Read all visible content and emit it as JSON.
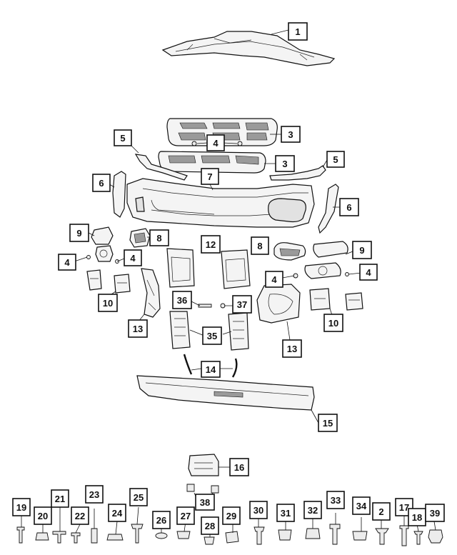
{
  "callouts": [
    {
      "id": "c1",
      "label": "1"
    },
    {
      "id": "c3a",
      "label": "3"
    },
    {
      "id": "c3b",
      "label": "3"
    },
    {
      "id": "c4a",
      "label": "4"
    },
    {
      "id": "c4b",
      "label": "4"
    },
    {
      "id": "c4c",
      "label": "4"
    },
    {
      "id": "c4d",
      "label": "4"
    },
    {
      "id": "c4e",
      "label": "4"
    },
    {
      "id": "c5a",
      "label": "5"
    },
    {
      "id": "c5b",
      "label": "5"
    },
    {
      "id": "c6a",
      "label": "6"
    },
    {
      "id": "c6b",
      "label": "6"
    },
    {
      "id": "c7",
      "label": "7"
    },
    {
      "id": "c8a",
      "label": "8"
    },
    {
      "id": "c8b",
      "label": "8"
    },
    {
      "id": "c9a",
      "label": "9"
    },
    {
      "id": "c9b",
      "label": "9"
    },
    {
      "id": "c10a",
      "label": "10"
    },
    {
      "id": "c10b",
      "label": "10"
    },
    {
      "id": "c12",
      "label": "12"
    },
    {
      "id": "c13a",
      "label": "13"
    },
    {
      "id": "c13b",
      "label": "13"
    },
    {
      "id": "c14",
      "label": "14"
    },
    {
      "id": "c15",
      "label": "15"
    },
    {
      "id": "c16",
      "label": "16"
    },
    {
      "id": "c17",
      "label": "17"
    },
    {
      "id": "c18",
      "label": "18"
    },
    {
      "id": "c19",
      "label": "19"
    },
    {
      "id": "c20",
      "label": "20"
    },
    {
      "id": "c21",
      "label": "21"
    },
    {
      "id": "c22",
      "label": "22"
    },
    {
      "id": "c23",
      "label": "23"
    },
    {
      "id": "c24",
      "label": "24"
    },
    {
      "id": "c25",
      "label": "25"
    },
    {
      "id": "c26",
      "label": "26"
    },
    {
      "id": "c27",
      "label": "27"
    },
    {
      "id": "c28",
      "label": "28"
    },
    {
      "id": "c29",
      "label": "29"
    },
    {
      "id": "c30",
      "label": "30"
    },
    {
      "id": "c31",
      "label": "31"
    },
    {
      "id": "c32",
      "label": "32"
    },
    {
      "id": "c33",
      "label": "33"
    },
    {
      "id": "c34",
      "label": "34"
    },
    {
      "id": "c2",
      "label": "2"
    },
    {
      "id": "c35",
      "label": "35"
    },
    {
      "id": "c36",
      "label": "36"
    },
    {
      "id": "c37",
      "label": "37"
    },
    {
      "id": "c38",
      "label": "38"
    },
    {
      "id": "c39",
      "label": "39"
    }
  ]
}
